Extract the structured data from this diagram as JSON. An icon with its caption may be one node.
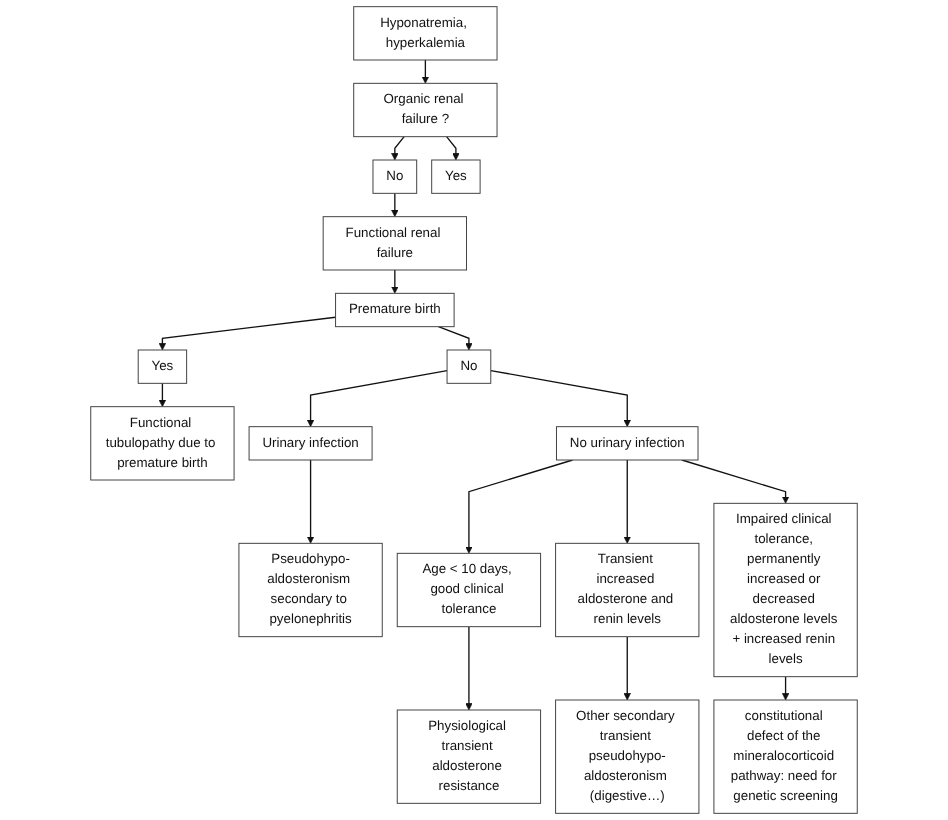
{
  "diagram": {
    "nodes": [
      {
        "text": [
          "Hyponatremia, hyperkalemia"
        ]
      },
      {
        "text": [
          "No"
        ]
      },
      {
        "text": [
          "Organic renal failure ?"
        ]
      },
      {
        "text": [
          "Yes"
        ]
      },
      {
        "text": [
          "Functional renal failure"
        ]
      },
      {
        "text": [
          "Premature birth"
        ]
      },
      {
        "text": [
          "Yes"
        ]
      },
      {
        "text": [
          "No"
        ]
      },
      {
        "text": [
          "Functional tubulopathy due to premature birth"
        ]
      },
      {
        "text": [
          "Urinary infection"
        ]
      },
      {
        "text": [
          "No urinary infection"
        ]
      },
      {
        "text": [
          "Pseudohypo-aldosteronism secondary to pyelonephritis"
        ]
      },
      {
        "text": [
          "Age < 10 days, good clinical tolerance"
        ]
      },
      {
        "text": [
          "Transient increased aldosterone and renin levels"
        ]
      },
      {
        "text": [
          "Impaired clinical tolerance, permanently increased or decreased aldosterone levels + increased renin levels"
        ]
      },
      {
        "text": [
          "Physiological transient aldosterone resistance"
        ]
      },
      {
        "text": [
          "Other secondary transient pseudohypo-aldosteronism (digestive…)"
        ]
      },
      {
        "text": [
          "constitutional defect of the mineralocorticoid pathway: need for genetic screening"
        ]
      }
    ],
    "edges": [
      {
        "from": 0,
        "to": 2,
        "arrow": "to"
      },
      {
        "from": 2,
        "to": 1,
        "arrow": "to"
      },
      {
        "from": 2,
        "to": 3,
        "arrow": "to"
      },
      {
        "from": 1,
        "to": 4,
        "arrow": "to"
      },
      {
        "from": 4,
        "to": 5,
        "arrow": "to"
      },
      {
        "from": 5,
        "to": 6,
        "arrow": "to"
      },
      {
        "from": 5,
        "to": 7,
        "arrow": "to"
      },
      {
        "from": 6,
        "to": 8,
        "arrow": "to"
      },
      {
        "from": 7,
        "to": 9,
        "arrow": "to"
      },
      {
        "from": 7,
        "to": 10,
        "arrow": "to"
      },
      {
        "from": 9,
        "to": 11,
        "arrow": "to"
      },
      {
        "from": 10,
        "to": 12,
        "arrow": "to"
      },
      {
        "from": 10,
        "to": 13,
        "arrow": "to"
      },
      {
        "from": 10,
        "to": 14,
        "arrow": "to"
      },
      {
        "from": 12,
        "to": 15,
        "arrow": "to"
      },
      {
        "from": 13,
        "to": 16,
        "arrow": "to"
      },
      {
        "from": 14,
        "to": 17,
        "arrow": "to"
      }
    ]
  }
}
